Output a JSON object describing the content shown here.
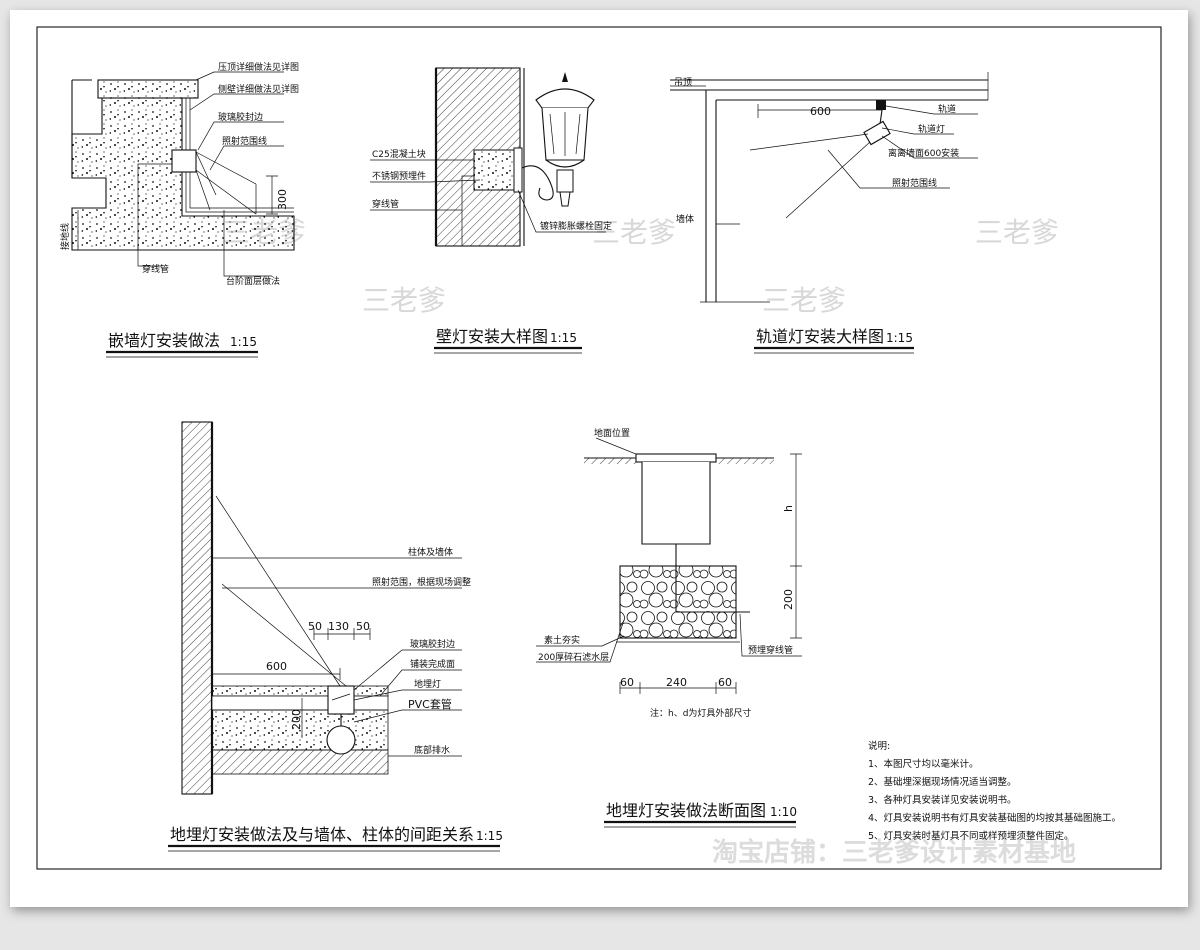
{
  "watermark": "三老爹",
  "shop_watermark": "淘宝店铺：三老爹设计素材基地",
  "detail1": {
    "title": "嵌墙灯安装做法",
    "scale": "1:15",
    "labels": [
      "压顶详细做法见详图",
      "侧壁详细做法见详图",
      "玻璃胶封边",
      "照射范围线",
      "穿线管",
      "台阶面层做法",
      "接地线"
    ],
    "dim": "300"
  },
  "detail2": {
    "title": "壁灯安装大样图",
    "scale": "1:15",
    "labels": [
      "C25混凝土块",
      "不锈钢预埋件",
      "穿线管",
      "镀锌膨胀螺栓固定"
    ]
  },
  "detail3": {
    "title": "轨道灯安装大样图",
    "scale": "1:15",
    "labels": [
      "吊顶",
      "轨道",
      "轨道灯",
      "离离墙面600安装",
      "照射范围线",
      "墙体"
    ],
    "dim": "600"
  },
  "detail4": {
    "title": "地埋灯安装做法及与墙体、柱体的间距关系",
    "scale": "1:15",
    "labels": [
      "柱体及墙体",
      "照射范围，根据现场调整",
      "玻璃胶封边",
      "铺装完成面",
      "地埋灯",
      "PVC套管",
      "底部排水"
    ],
    "dims": [
      "50",
      "130",
      "50",
      "600",
      "200"
    ]
  },
  "detail5": {
    "title": "地埋灯安装做法断面图",
    "scale": "1:10",
    "labels": [
      "地面位置",
      "素土夯实",
      "200厚碎石滤水层",
      "预埋穿线管"
    ],
    "dims": [
      "h",
      "200",
      "60",
      "240",
      "60"
    ],
    "footnote": "注：h、d为灯具外部尺寸"
  },
  "notes": {
    "heading": "说明:",
    "items": [
      "1、本图尺寸均以毫米计。",
      "2、基础埋深据现场情况适当调整。",
      "3、各种灯具安装详见安装说明书。",
      "4、灯具安装说明书有灯具安装基础图的均按其基础图施工。",
      "5、灯具安装时基灯具不同或样预埋须整件固定。"
    ]
  }
}
